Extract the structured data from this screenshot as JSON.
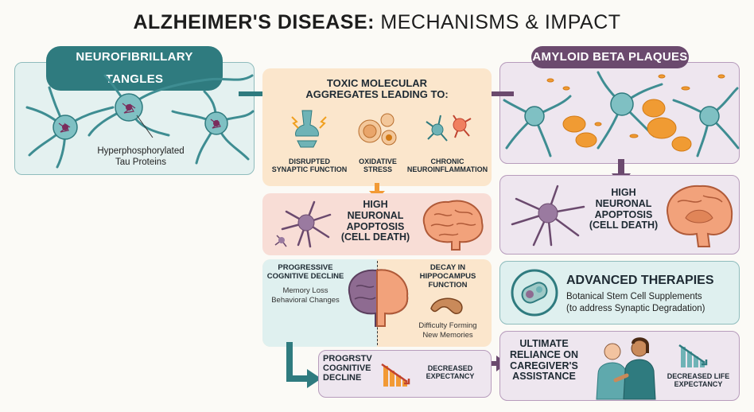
{
  "title": {
    "bold": "ALZHEIMER'S DISEASE:",
    "rest": "MECHANISMS & IMPACT"
  },
  "left_panel": {
    "label": "NEUROFIBRILLARY TANGLES",
    "annotation_line1": "Hyperphosphorylated",
    "annotation_line2": "Tau Proteins"
  },
  "right_panel": {
    "label": "AMYLOID BETA PLAQUES"
  },
  "toxic": {
    "heading_line1": "TOXIC MOLECULAR",
    "heading_line2": "AGGREGATES LEADING TO:",
    "items": [
      {
        "line1": "DISRUPTED",
        "line2": "SYNAPTIC FUNCTION"
      },
      {
        "line1": "OXIDATIVE",
        "line2": "STRESS"
      },
      {
        "line1": "CHRONIC",
        "line2": "NEUROINFLAMMATION"
      }
    ]
  },
  "apoptosis_center": {
    "line1": "HIGH",
    "line2": "NEURONAL",
    "line3": "APOPTOSIS",
    "line4": "(CELL DEATH)"
  },
  "apoptosis_right": {
    "line1": "HIGH",
    "line2": "NEURONAL",
    "line3": "APOPTOSIS",
    "line4": "(CELL DEATH)"
  },
  "cognitive": {
    "left_heading_line1": "PROGRESSIVE",
    "left_heading_line2": "COGNITIVE DECLINE",
    "left_text_line1": "Memory Loss",
    "left_text_line2": "Behavioral Changes",
    "right_heading_line1": "DECAY IN",
    "right_heading_line2": "HIPPOCAMPUS",
    "right_heading_line3": "FUNCTION",
    "right_text_line1": "Difficulty Forming",
    "right_text_line2": "New Memories"
  },
  "therapies": {
    "heading": "ADVANCED THERAPIES",
    "line1": "Botanical Stem Cell Supplements",
    "line2": "(to address Synaptic Degradation)"
  },
  "bottom_center": {
    "line1": "PROGRSTV",
    "line2": "COGNITIVE",
    "line3": "DECLINE",
    "right_line1": "DECREASED",
    "right_line2": "EXPECTANCY"
  },
  "bottom_right": {
    "line1": "ULTIMATE",
    "line2": "RELIANCE ON",
    "line3": "CAREGIVER'S",
    "line4": "ASSISTANCE",
    "right_line1": "DECREASED LIFE",
    "right_line2": "EXPECTANCY"
  },
  "colors": {
    "teal": "#2f7b7f",
    "teal_light": "#e4f1f0",
    "purple": "#6b4a6e",
    "purple_light": "#eee6ef",
    "peach": "#fbe6cc",
    "pink": "#f8ddd6",
    "orange": "#f29a35"
  }
}
